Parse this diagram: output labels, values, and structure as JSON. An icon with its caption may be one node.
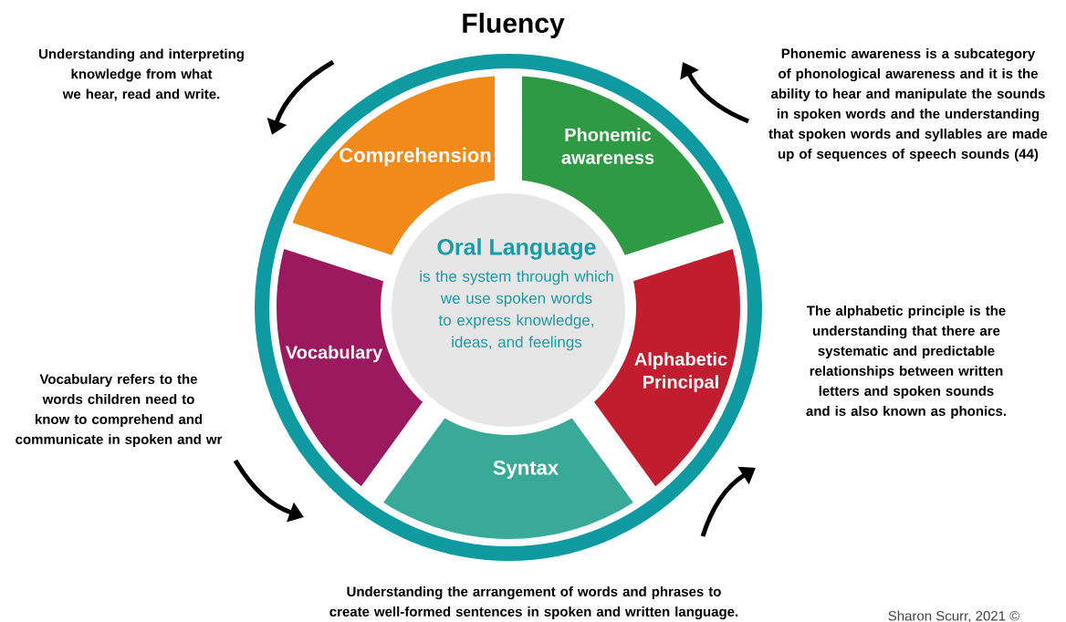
{
  "diagram": {
    "nodes": [
      {
        "text": [
          "Fluency"
        ]
      },
      {
        "text": [
          "Comprehension"
        ],
        "in": 0
      },
      {
        "text": [
          "Phonemic awareness"
        ],
        "in": 0
      },
      {
        "text": [
          "Vocabulary"
        ],
        "in": 0
      },
      {
        "text": [
          "Oral Language",
          "is the system through which we use spoken words to express knowledge, ideas, and feelings"
        ],
        "in": 0
      },
      {
        "text": [
          "Alphabetic Principal"
        ],
        "in": 0
      },
      {
        "text": [
          "Syntax"
        ],
        "in": 0
      }
    ],
    "labels": [
      "Understanding and interpreting knowledge from what we hear, read and write.",
      "Phonemic awareness is a subcategory of phonological awareness and it is the ability to hear and manipulate the sounds in spoken words and the understanding that spoken words and syllables are made up of sequences of speech sounds (44)",
      "The alphabetic principle is the understanding that there are systematic and predictable relationships between written letters and spoken sounds and is also known as phonics.",
      "Vocabulary refers to the words children need to know to comprehend and communicate in spoken and wr",
      "Understanding the arrangement of words and phrases to create well-formed sentences in spoken and written language.",
      "Sharon Scurr, 2021 ©"
    ]
  }
}
